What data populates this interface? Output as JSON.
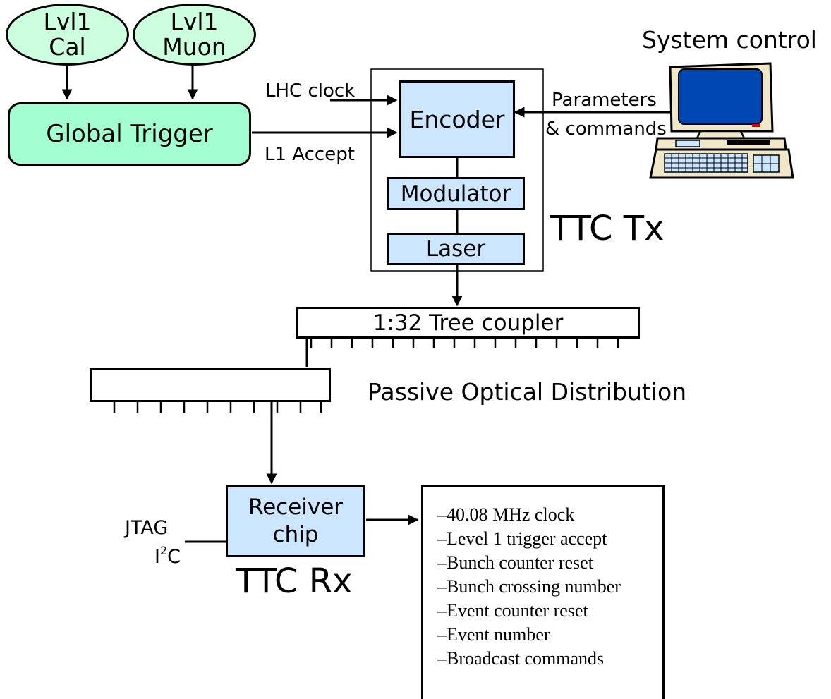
{
  "nodes": {
    "lvl1_cal": {
      "line1": "Lvl1",
      "line2": "Cal"
    },
    "lvl1_muon": {
      "line1": "Lvl1",
      "line2": "Muon"
    },
    "global_trigger": "Global Trigger",
    "encoder": "Encoder",
    "modulator": "Modulator",
    "laser": "Laser",
    "tree_coupler": "1:32 Tree coupler",
    "receiver_chip": {
      "line1": "Receiver",
      "line2": "chip"
    }
  },
  "labels": {
    "lhc_clock": "LHC clock",
    "l1_accept": "L1 Accept",
    "parameters": "Parameters",
    "commands": "& commands",
    "system_control": "System control",
    "ttc_tx": "TTC Tx",
    "ttc_rx": "TTC Rx",
    "passive_optical": "Passive Optical Distribution",
    "jtag": "JTAG",
    "i2c_base": "I",
    "i2c_sup": "2",
    "i2c_tail": "C"
  },
  "outputs": [
    "–40.08 MHz clock",
    "–Level 1 trigger accept",
    "–Bunch counter reset",
    "–Bunch crossing number",
    "–Event counter reset",
    "–Event number",
    "–Broadcast commands"
  ],
  "colors": {
    "lvl1_fill": "#ccffdd",
    "global_trigger_fill": "#a3ffd0",
    "ttc_block_fill": "#cce6ff",
    "monitor_screen": "#0047b3"
  }
}
